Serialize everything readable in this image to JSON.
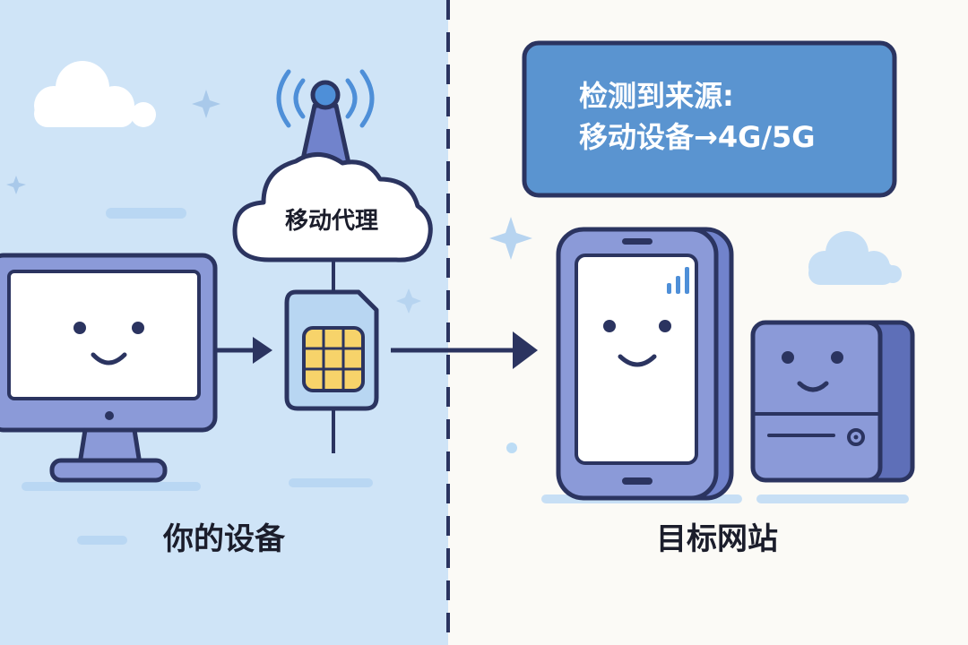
{
  "labels": {
    "your_device": "你的设备",
    "target_site": "目标网站",
    "mobile_proxy": "移动代理"
  },
  "banner": {
    "line1": "检测到来源:",
    "line2": "移动设备→4G/5G"
  },
  "colors": {
    "left_panel_bg": "#cfe4f7",
    "right_panel_bg": "#fbfaf6",
    "outline": "#2b3460",
    "device_fill": "#8b9ad8",
    "screen_fill": "#ffffff",
    "banner_fill": "#5a94d0",
    "sim_fill": "#b8d6f2",
    "chip_fill": "#f7d36a",
    "signal_blue": "#4e8fd8",
    "cloud_fill": "#ffffff",
    "decor_light": "#bcdcf5"
  },
  "icons": [
    "desktop-monitor-icon",
    "cell-tower-icon",
    "cloud-icon",
    "sim-card-icon",
    "smartphone-icon",
    "server-icon",
    "signal-bars-icon",
    "sparkle-icon",
    "arrow-right-icon"
  ]
}
